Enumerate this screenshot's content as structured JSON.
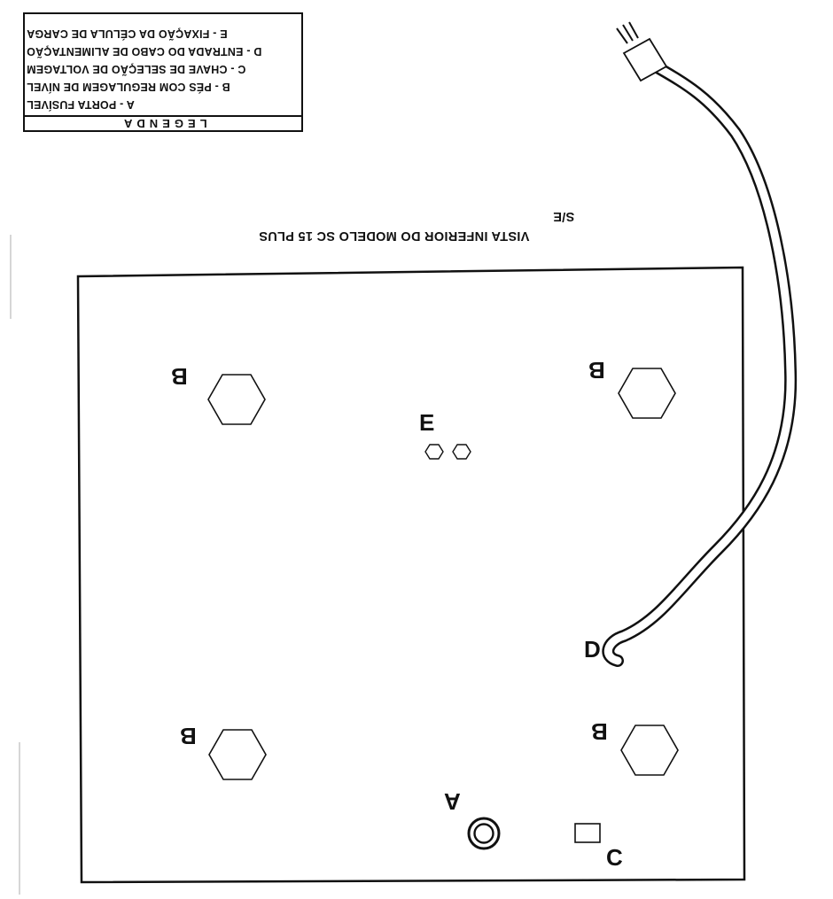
{
  "legend": {
    "title": "LEGENDA",
    "items": [
      "A - PORTA FUSÍVEL",
      "B - PÉS COM REGULAGEM DE NÍVEL",
      "C - CHAVE DE SELEÇÃO DE VOLTAGEM",
      "D - ENTRADA DO CABO DE ALIMENTAÇÃO",
      "E - FIXAÇÃO DA CÉLULA DE CARGA"
    ]
  },
  "view": {
    "title": "VISTA  INFERIOR DO MODELO SC 15 PLUS",
    "scale": "S/E"
  },
  "labels": {
    "a": "A",
    "b": "B",
    "c": "C",
    "d": "D",
    "e": "E"
  }
}
